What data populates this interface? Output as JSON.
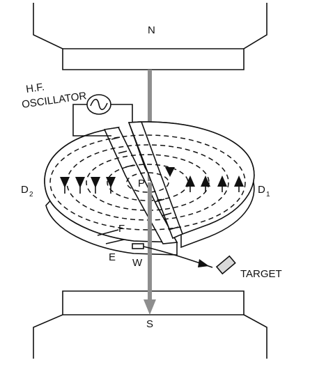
{
  "labels": {
    "north": "N",
    "south": "S",
    "oscillator_line1": "H.F.",
    "oscillator_line2": "OSCILLATOR",
    "d2": "D",
    "d2_sub": "2",
    "d1": "D",
    "d1_sub": "1",
    "center": "P",
    "f": "F",
    "e": "E",
    "w": "W",
    "target": "TARGET"
  },
  "colors": {
    "line": "#111111",
    "field_line": "#8e8e8e",
    "target_fill": "#d9d9d9"
  }
}
